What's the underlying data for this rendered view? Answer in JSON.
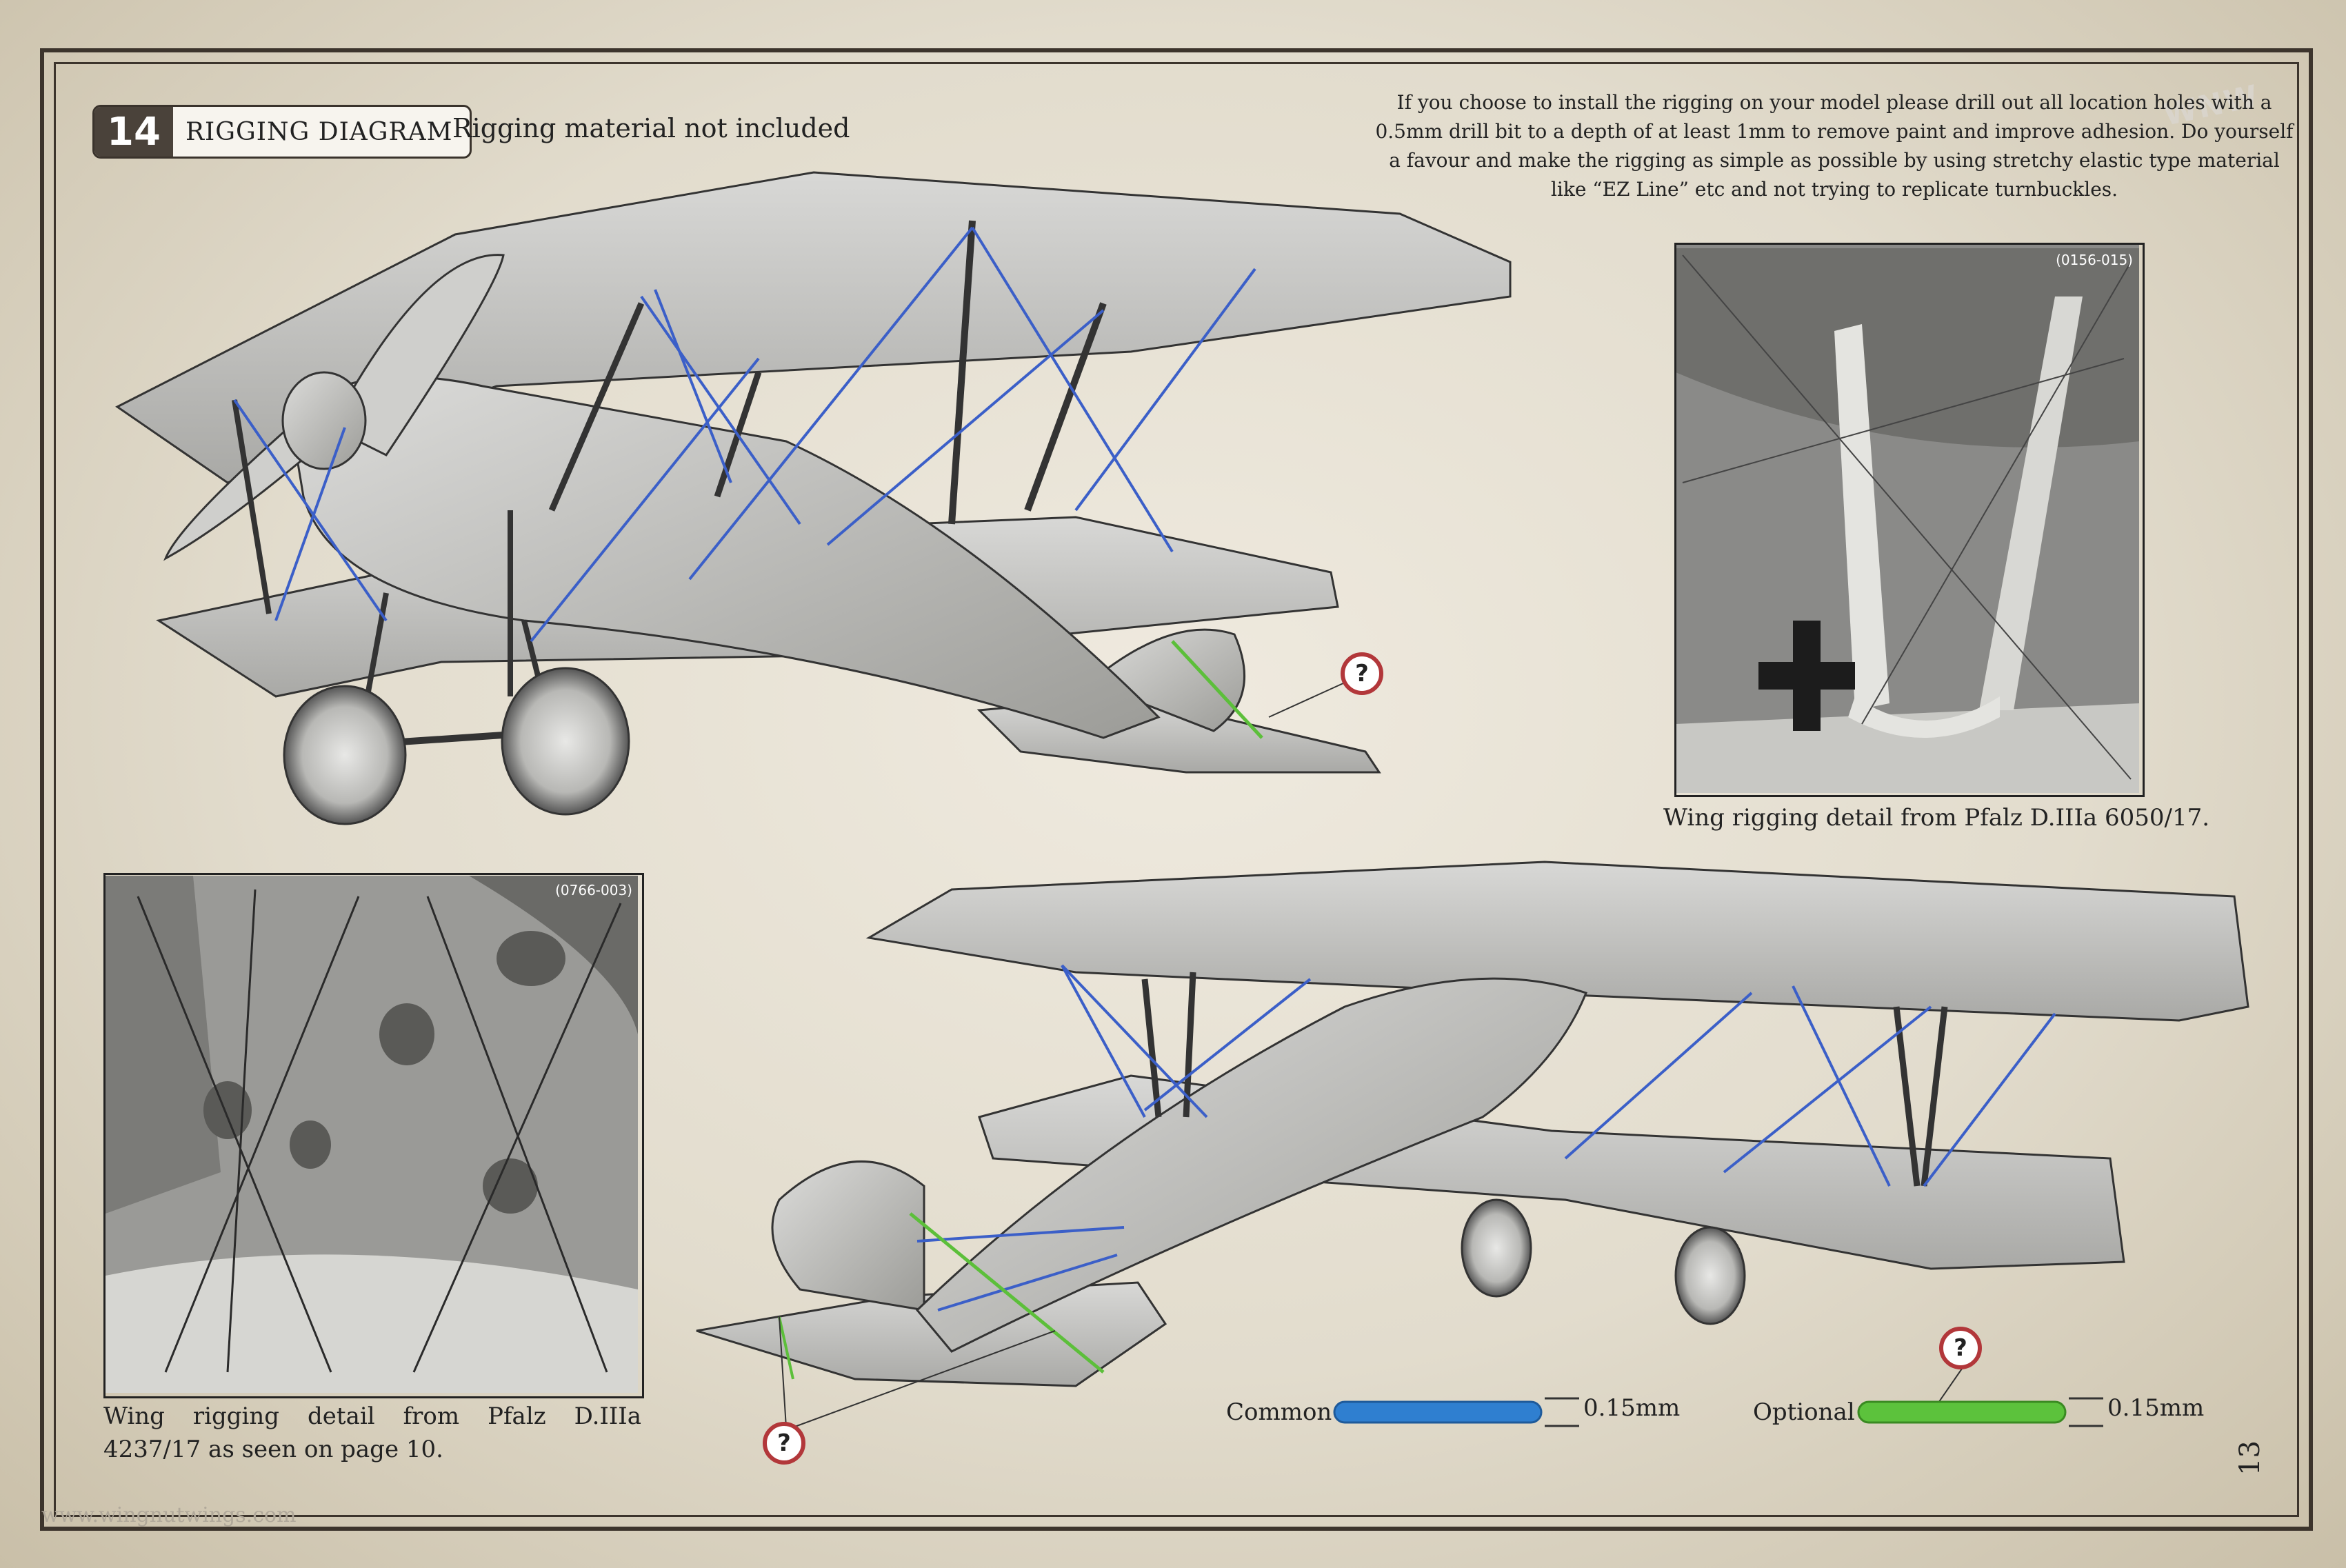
{
  "step": {
    "number": "14",
    "title": "RIGGING DIAGRAM",
    "subtitle": "Rigging material not included"
  },
  "note": "If you choose to install the rigging on your model please drill out all location holes with a 0.5mm drill bit to a depth of at least 1mm to remove paint and improve adhesion. Do yourself a favour and make the rigging as simple as possible by using stretchy elastic type material like “EZ Line” etc and not trying to replicate turnbuckles.",
  "photos": [
    {
      "ref": "(0156-015)",
      "caption": "Wing rigging detail from Pfalz D.IIIa 6050/17."
    },
    {
      "ref": "(0766-003)",
      "caption": "Wing rigging detail from Pfalz D.IIIa 4237/17 as seen on page 10."
    }
  ],
  "legend": [
    {
      "label": "Common",
      "size": "0.15mm",
      "color": "#2f7fd0"
    },
    {
      "label": "Optional",
      "size": "0.15mm",
      "color": "#5cc23c"
    }
  ],
  "question_marker": "?",
  "page_number": "13",
  "watermark": "www.wingnutwings.com",
  "logo_text": "WINGNUT WINGS",
  "colors": {
    "rigging_common": "#3b5fc8",
    "rigging_optional": "#5cbf3a",
    "marker_ring": "#b2373a"
  }
}
